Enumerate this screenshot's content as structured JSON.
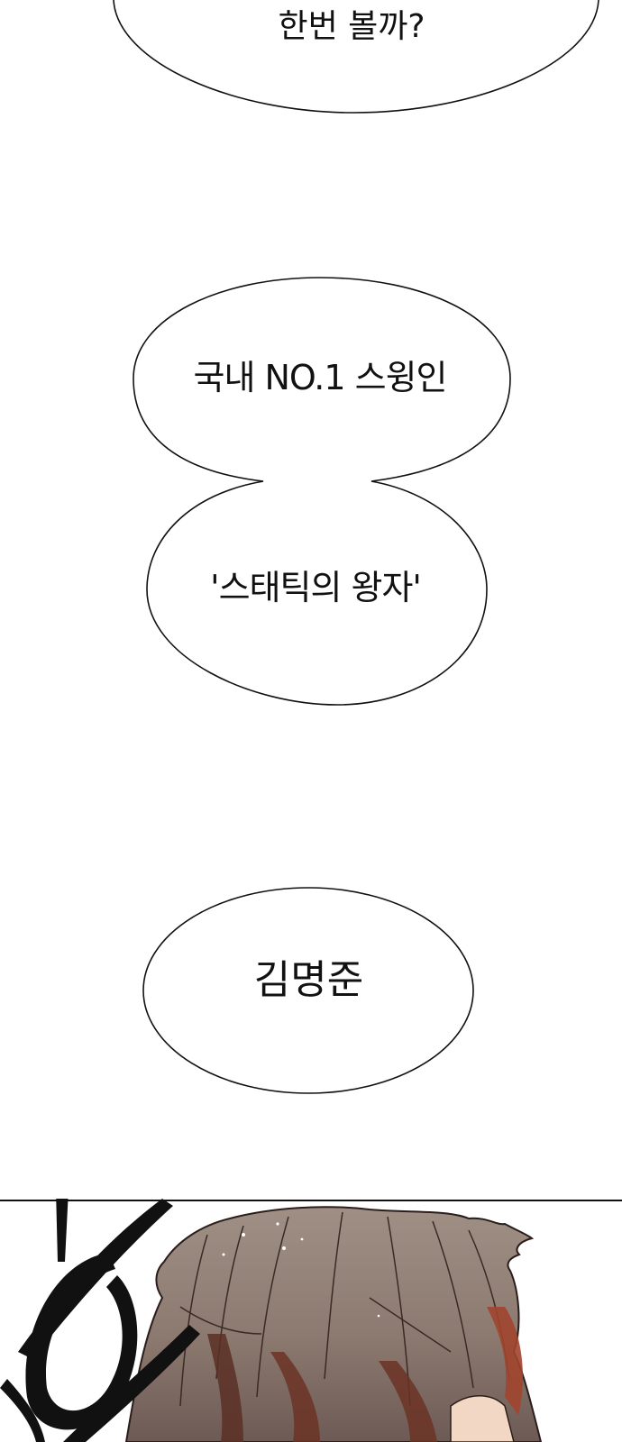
{
  "bubbles": [
    {
      "id": "question",
      "text": "한번 볼까?"
    },
    {
      "id": "intro-line-1",
      "text": "국내 NO.1 스윙인"
    },
    {
      "id": "intro-line-2",
      "text": "'스태틱의 왕자'"
    },
    {
      "id": "name",
      "text": "김명준"
    }
  ],
  "colors": {
    "background": "#ffffff",
    "outline": "#111111",
    "hair": "#9a8a80",
    "hair_shadow": "#6e4a3e",
    "skin_shadow": "#a0452e"
  }
}
